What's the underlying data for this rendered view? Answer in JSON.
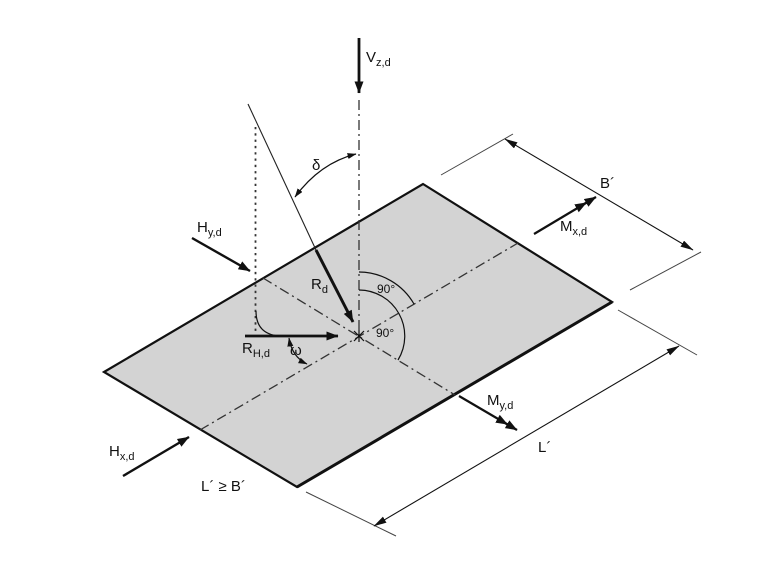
{
  "colors": {
    "plate_fill": "#d3d3d3",
    "line": "#111111",
    "background": "#ffffff"
  },
  "labels": {
    "vertical_load": {
      "main": "V",
      "sub": "z,d"
    },
    "horizontal_load_y": {
      "main": "H",
      "sub": "y,d"
    },
    "horizontal_load_x": {
      "main": "H",
      "sub": "x,d"
    },
    "moment_x": {
      "main": "M",
      "sub": "x,d"
    },
    "moment_y": {
      "main": "M",
      "sub": "y,d"
    },
    "resultant": {
      "main": "R",
      "sub": "d"
    },
    "resultant_horizontal": {
      "main": "R",
      "sub": "H,d"
    },
    "angle_delta": "δ",
    "angle_omega": "ω",
    "right_angle_upper": "90°",
    "right_angle_lower": "90°",
    "width_dim": "B´",
    "length_dim": "L´",
    "condition": "L´ ≥ B´"
  }
}
